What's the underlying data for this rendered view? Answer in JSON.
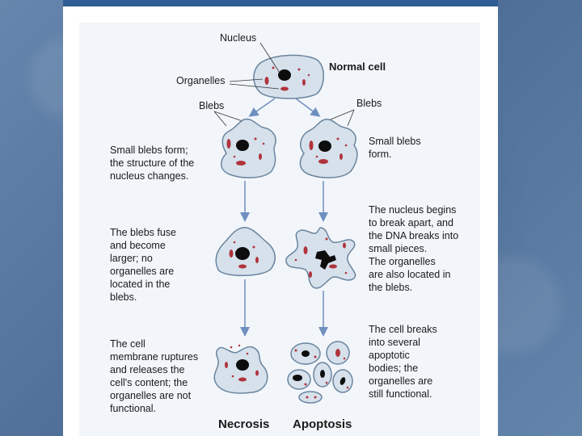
{
  "labels": {
    "nucleus": "Nucleus",
    "organelles": "Organelles",
    "normal_cell": "Normal cell",
    "blebs_left": "Blebs",
    "blebs_right": "Blebs"
  },
  "necrosis": {
    "title": "Necrosis",
    "step1": [
      "Small blebs form;",
      "the structure of the",
      "nucleus changes."
    ],
    "step2": [
      "The blebs fuse",
      "and become",
      "larger; no",
      "organelles are",
      "located in the",
      "blebs."
    ],
    "step3": [
      "The cell",
      "membrane ruptures",
      "and releases the",
      "cell's content; the",
      "organelles are not",
      "functional."
    ]
  },
  "apoptosis": {
    "title": "Apoptosis",
    "step1": [
      "Small blebs",
      "form."
    ],
    "step2": [
      "The nucleus begins",
      "to break apart, and",
      "the DNA breaks into",
      "small pieces.",
      "The organelles",
      "are also located in",
      "the blebs."
    ],
    "step3": [
      "The cell breaks",
      "into several",
      "apoptotic",
      "bodies; the",
      "organelles are",
      "still functional."
    ]
  },
  "colors": {
    "cell_fill": "#d6e1ec",
    "cell_stroke": "#6a849e",
    "nucleus": "#0d0d0d",
    "organelle": "#b0343c",
    "arrow": "#6f8fc0",
    "frame_bar": "#2f5d95"
  }
}
